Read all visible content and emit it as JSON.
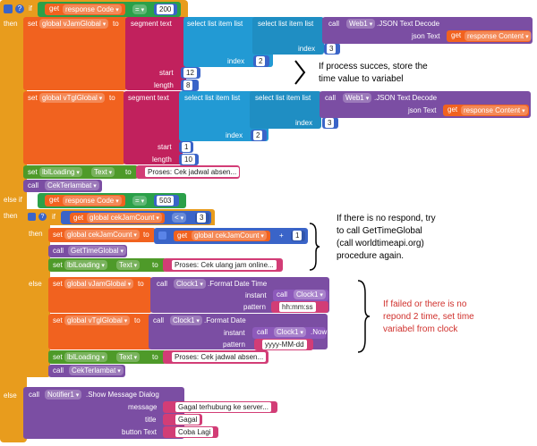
{
  "blocks": {
    "if_label": "if",
    "then_label": "then",
    "elseif_label": "else if",
    "else_label": "else",
    "get_label": "get",
    "set_label": "set",
    "call_label": "call",
    "to_label": "to",
    "response_code": "response Code",
    "response_content": "response Content",
    "eq_op": "=",
    "lt_op": "<",
    "plus_op": "+",
    "code_200": "200",
    "code_503": "503",
    "set1": {
      "var": "global vJamGlobal",
      "segment_text": "segment  text",
      "start_label": "start",
      "start_val": "12",
      "length_label": "length",
      "length_val": "8",
      "select_outer": "select list item  list",
      "select_inner": "select list item  list",
      "call_comp": "Web1",
      "call_method": ".JSON Text Decode",
      "json_text_label": "json Text",
      "index_label": "index",
      "index_inner": "3",
      "index_outer": "2"
    },
    "set2": {
      "var": "global vTglGlobal",
      "segment_text": "segment  text",
      "start_label": "start",
      "start_val": "1",
      "length_label": "length",
      "length_val": "10",
      "select_outer": "select list item  list",
      "select_inner": "select list item  list",
      "call_comp": "Web1",
      "call_method": ".JSON Text Decode",
      "json_text_label": "json Text",
      "index_label": "index",
      "index_inner": "3",
      "index_outer": "2"
    },
    "set_loading1": {
      "comp": "lblLoading",
      "prop": "Text",
      "value": "Proses: Cek jadwal absen..."
    },
    "call_cek1": "CekTerlambat",
    "elseif_then": {
      "cek_jam_count": "global cekJamCount",
      "three": "3",
      "one": "1",
      "set_var": "global cekJamCount",
      "call_get_time": "GetTimeGlobal",
      "loading_comp": "lblLoading",
      "loading_prop": "Text",
      "loading_value": "Proses: Cek ulang jam online...",
      "else_set_jam_var": "global vJamGlobal",
      "clock_comp": "Clock1",
      "format_datetime": ".Format Date Time",
      "instant_label": "instant",
      "now_method": ".Now",
      "pattern_label": "pattern",
      "pattern_time": "hh:mm:ss",
      "else_set_tgl_var": "global vTglGlobal",
      "format_date": ".Format Date",
      "pattern_date": "yyyy-MM-dd",
      "loading_value2": "Proses: Cek jadwal absen...",
      "call_cek2": "CekTerlambat"
    },
    "else_block": {
      "notifier": "Notifier1",
      "method": ".Show Message Dialog",
      "message_label": "message",
      "message_value": "Gagal terhubung ke server...",
      "title_label": "title",
      "title_value": "Gagal",
      "button_label": "button Text",
      "button_value": "Coba Lagi"
    }
  },
  "annotations": {
    "a1_line1": "If process succes, store the",
    "a1_line2": "time value to variabel",
    "a2_line1": "If there is no respond, try",
    "a2_line2": "to call GetTimeGlobal",
    "a2_line3": "(call worldtimeapi.org)",
    "a2_line4": "procedure again.",
    "a3_line1": "If failed or there is no",
    "a3_line2": "repond 2 time, set time",
    "a3_line3": "variabel from clock"
  },
  "colors": {
    "control": "#e89c1d",
    "variable": "#f1621f",
    "component": "#7b4ea3",
    "list": "#229ad4",
    "text": "#c1215d",
    "logic": "#2e9a52",
    "math": "#3a64c8",
    "annotation_red": "#d0312d"
  }
}
